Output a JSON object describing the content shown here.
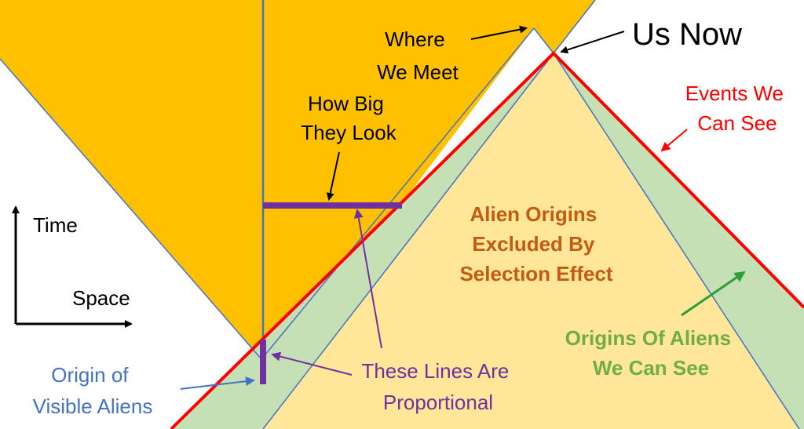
{
  "labels": {
    "us_now": "Us Now",
    "where_we_meet": [
      "Where",
      "We Meet"
    ],
    "how_big": [
      "How Big",
      "They Look"
    ],
    "events_we_can_see": [
      "Events We",
      "Can See"
    ],
    "alien_origins_excluded": [
      "Alien Origins",
      "Excluded By",
      "Selection Effect"
    ],
    "time": "Time",
    "space": "Space",
    "origin_visible_aliens": [
      "Origin of",
      "Visible Aliens"
    ],
    "lines_proportional": [
      "These Lines Are",
      "Proportional"
    ],
    "origins_we_can_see": [
      "Origins Of Aliens",
      "We Can See"
    ]
  },
  "colors": {
    "alien_cone": "#FFC000",
    "excluded_region": "#FFE699",
    "visible_origins_band": "#C5E0B4",
    "past_light_cone": "#FF0000",
    "worldline": "#4472C4",
    "proportional_lines": "#7030A0",
    "excluded_text": "#C55A11",
    "green_text": "#70AD47",
    "blue_text": "#4472C4",
    "purple_text": "#7030A0",
    "red_text": "#FF0000",
    "black": "#000000"
  }
}
